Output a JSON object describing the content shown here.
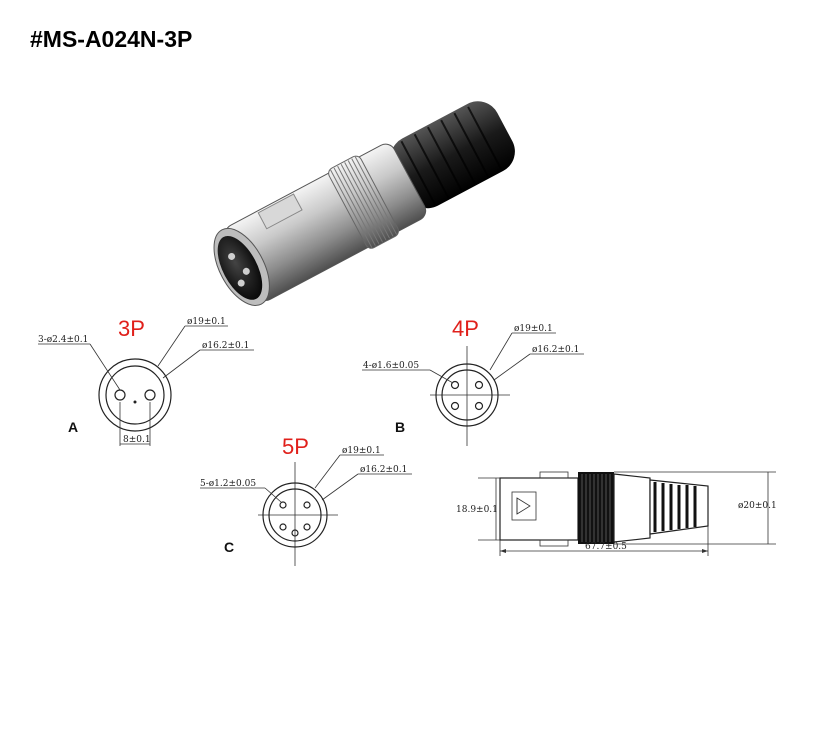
{
  "title": "#MS-A024N-3P",
  "accent_color": "#e0201b",
  "views": {
    "a": {
      "pins_label": "3P",
      "letter": "A",
      "outer_dim": "ø19±0.1",
      "inner_dim": "ø16.2±0.1",
      "pin_dim": "3-ø2.4±0.1",
      "spacing_dim": "8±0.1"
    },
    "b": {
      "pins_label": "4P",
      "letter": "B",
      "outer_dim": "ø19±0.1",
      "inner_dim": "ø16.2±0.1",
      "pin_dim": "4-ø1.6±0.05"
    },
    "c": {
      "pins_label": "5P",
      "letter": "C",
      "outer_dim": "ø19±0.1",
      "inner_dim": "ø16.2±0.1",
      "pin_dim": "5-ø1.2±0.05"
    }
  },
  "side_view": {
    "height_dim": "18.9±0.1",
    "diameter_dim": "ø20±0.1",
    "length_dim": "67.7±0.5"
  }
}
